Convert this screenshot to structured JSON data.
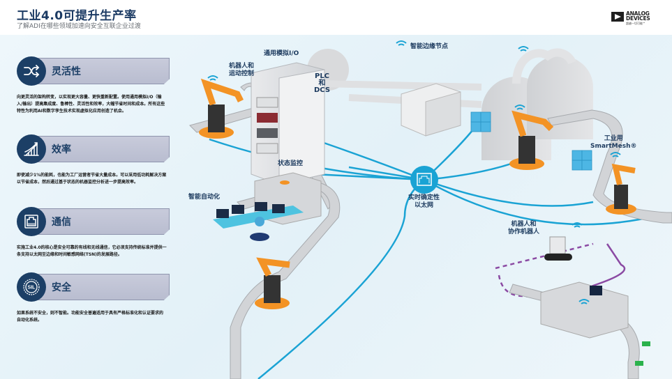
{
  "header": {
    "title": "工业4.0可提升生产率",
    "subtitle": "了解ADI在哪些领域加速向安全互联企业过渡"
  },
  "logo": {
    "line1": "ANALOG",
    "line2": "DEVICES",
    "tagline": "超越一切可能™",
    "icon": "adi-triangle-logo"
  },
  "features": [
    {
      "icon": "shuffle-arrows-icon",
      "title": "灵活性",
      "text": "向更灵活的架构转变，以实现更大容量、更快重新配置。使用通用模拟I/O（输入/输出）提高集成度、鲁棒性、灵活性和效率，大幅节省时间和成本。所有这些特性为利用AI和数字孪生技术实现虚拟化应用创造了机会。"
    },
    {
      "icon": "growth-chart-icon",
      "title": "效率",
      "text": "即使减少1%的能耗，也能为工厂运营者节省大量成本。可以采用低功耗解决方案以节省成本，然后通过基于状态的机器监控分析进一步提高效率。"
    },
    {
      "icon": "ethernet-port-icon",
      "title": "通信",
      "text": "实施工业4.0的核心是安全可靠的有线和无线通信，它必须支持传统标准并提供一条支持以太网至边缘和时间敏感网络(TSN)的发展路径。"
    },
    {
      "icon": "sil-safety-icon",
      "title": "安全",
      "text": "如果系统不安全，则不智能。功能安全普遍适用于具有严格标准化和认证要求的自动化系统。"
    }
  ],
  "scene": {
    "labels": {
      "robot_motion": [
        "机器人和",
        "运动控制"
      ],
      "universal_io": "通用模拟I/O",
      "plc_dcs": [
        "PLC",
        "和",
        "DCS"
      ],
      "edge_node": "智能边缘节点",
      "smartmesh": [
        "工业用",
        "SmartMesh®"
      ],
      "condition_monitoring": "状态监控",
      "smart_automation": "智能自动化",
      "ethernet": [
        "实时确定性",
        "以太网"
      ],
      "cobots": [
        "机器人和",
        "协作机器人"
      ]
    },
    "colors": {
      "accent_blue": "#1aa3d4",
      "robot_orange": "#f39325",
      "navy": "#1c3f66",
      "path_purple": "#8b4aa3",
      "box_blue": "#4db6e4",
      "pcb_green": "#2bb24c"
    }
  }
}
